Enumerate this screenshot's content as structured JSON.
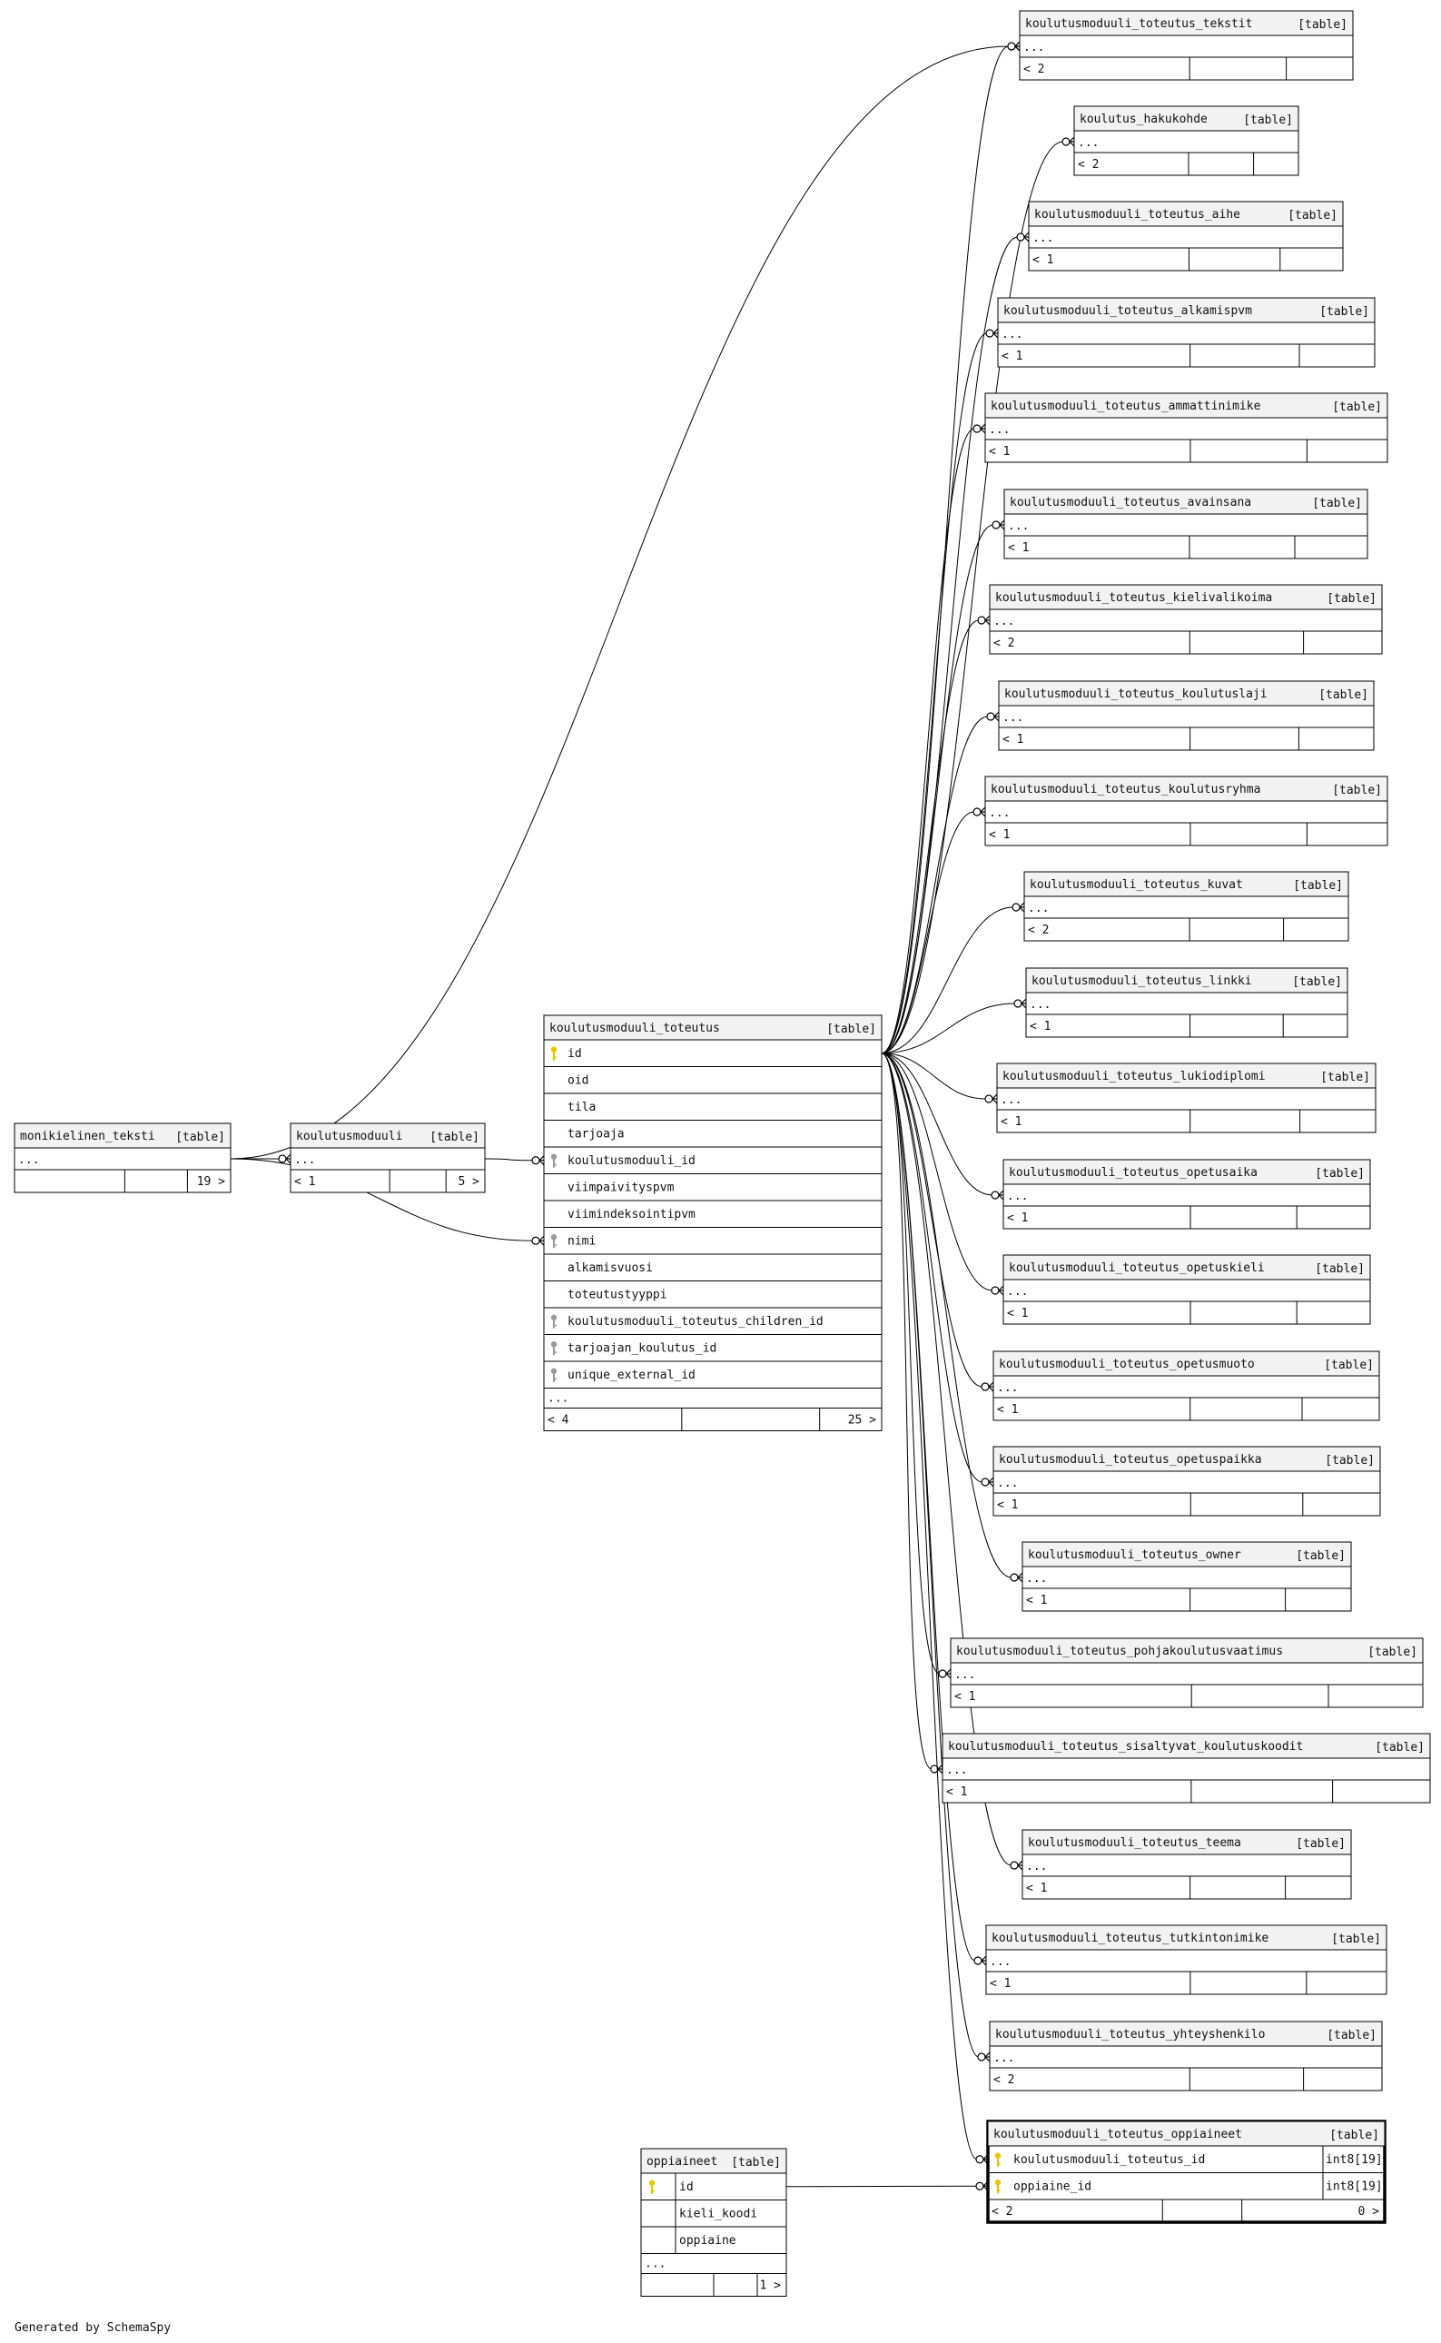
{
  "footer": "Generated by SchemaSpy",
  "colors": {
    "header_bg": "#f2f2f2",
    "border": "#000000",
    "key_primary": "#e8c800",
    "key_foreign": "#9a9a9a"
  },
  "tables": {
    "monikielinen_teksti": {
      "name": "monikielinen_teksti",
      "tag": "[table]",
      "columns": [],
      "more": "...",
      "foot_left": "",
      "foot_right": "19 >"
    },
    "koulutusmoduuli": {
      "name": "koulutusmoduuli",
      "tag": "[table]",
      "columns": [],
      "more": "...",
      "foot_left": "< 1",
      "foot_right": "5 >"
    },
    "koulutusmoduuli_toteutus": {
      "name": "koulutusmoduuli_toteutus",
      "tag": "[table]",
      "columns": [
        {
          "name": "id",
          "key": "primary"
        },
        {
          "name": "oid",
          "key": ""
        },
        {
          "name": "tila",
          "key": ""
        },
        {
          "name": "tarjoaja",
          "key": ""
        },
        {
          "name": "koulutusmoduuli_id",
          "key": "foreign"
        },
        {
          "name": "viimpaivityspvm",
          "key": ""
        },
        {
          "name": "viimindeksointipvm",
          "key": ""
        },
        {
          "name": "nimi",
          "key": "foreign"
        },
        {
          "name": "alkamisvuosi",
          "key": ""
        },
        {
          "name": "toteutustyyppi",
          "key": ""
        },
        {
          "name": "koulutusmoduuli_toteutus_children_id",
          "key": "foreign"
        },
        {
          "name": "tarjoajan_koulutus_id",
          "key": "foreign"
        },
        {
          "name": "unique_external_id",
          "key": "foreign"
        }
      ],
      "more": "...",
      "foot_left": "< 4",
      "foot_right": "25 >"
    },
    "oppiaineet": {
      "name": "oppiaineet",
      "tag": "[table]",
      "columns": [
        {
          "name": "id",
          "key": "primary"
        },
        {
          "name": "kieli_koodi",
          "key": ""
        },
        {
          "name": "oppiaine",
          "key": ""
        }
      ],
      "more": "...",
      "foot_left": "",
      "foot_right": "1 >"
    },
    "kmt_tekstit": {
      "name": "koulutusmoduuli_toteutus_tekstit",
      "tag": "[table]",
      "columns": [],
      "more": "...",
      "foot_left": "< 2",
      "foot_right": ""
    },
    "k_hakukohde": {
      "name": "koulutus_hakukohde",
      "tag": "[table]",
      "columns": [],
      "more": "...",
      "foot_left": "< 2",
      "foot_right": ""
    },
    "kmt_aihe": {
      "name": "koulutusmoduuli_toteutus_aihe",
      "tag": "[table]",
      "columns": [],
      "more": "...",
      "foot_left": "< 1",
      "foot_right": ""
    },
    "kmt_alkamispvm": {
      "name": "koulutusmoduuli_toteutus_alkamispvm",
      "tag": "[table]",
      "columns": [],
      "more": "...",
      "foot_left": "< 1",
      "foot_right": ""
    },
    "kmt_ammattinimike": {
      "name": "koulutusmoduuli_toteutus_ammattinimike",
      "tag": "[table]",
      "columns": [],
      "more": "...",
      "foot_left": "< 1",
      "foot_right": ""
    },
    "kmt_avainsana": {
      "name": "koulutusmoduuli_toteutus_avainsana",
      "tag": "[table]",
      "columns": [],
      "more": "...",
      "foot_left": "< 1",
      "foot_right": ""
    },
    "kmt_kielivalikoima": {
      "name": "koulutusmoduuli_toteutus_kielivalikoima",
      "tag": "[table]",
      "columns": [],
      "more": "...",
      "foot_left": "< 2",
      "foot_right": ""
    },
    "kmt_koulutuslaji": {
      "name": "koulutusmoduuli_toteutus_koulutuslaji",
      "tag": "[table]",
      "columns": [],
      "more": "...",
      "foot_left": "< 1",
      "foot_right": ""
    },
    "kmt_koulutusryhma": {
      "name": "koulutusmoduuli_toteutus_koulutusryhma",
      "tag": "[table]",
      "columns": [],
      "more": "...",
      "foot_left": "< 1",
      "foot_right": ""
    },
    "kmt_kuvat": {
      "name": "koulutusmoduuli_toteutus_kuvat",
      "tag": "[table]",
      "columns": [],
      "more": "...",
      "foot_left": "< 2",
      "foot_right": ""
    },
    "kmt_linkki": {
      "name": "koulutusmoduuli_toteutus_linkki",
      "tag": "[table]",
      "columns": [],
      "more": "...",
      "foot_left": "< 1",
      "foot_right": ""
    },
    "kmt_lukiodiplomi": {
      "name": "koulutusmoduuli_toteutus_lukiodiplomi",
      "tag": "[table]",
      "columns": [],
      "more": "...",
      "foot_left": "< 1",
      "foot_right": ""
    },
    "kmt_opetusaika": {
      "name": "koulutusmoduuli_toteutus_opetusaika",
      "tag": "[table]",
      "columns": [],
      "more": "...",
      "foot_left": "< 1",
      "foot_right": ""
    },
    "kmt_opetuskieli": {
      "name": "koulutusmoduuli_toteutus_opetuskieli",
      "tag": "[table]",
      "columns": [],
      "more": "...",
      "foot_left": "< 1",
      "foot_right": ""
    },
    "kmt_opetusmuoto": {
      "name": "koulutusmoduuli_toteutus_opetusmuoto",
      "tag": "[table]",
      "columns": [],
      "more": "...",
      "foot_left": "< 1",
      "foot_right": ""
    },
    "kmt_opetuspaikka": {
      "name": "koulutusmoduuli_toteutus_opetuspaikka",
      "tag": "[table]",
      "columns": [],
      "more": "...",
      "foot_left": "< 1",
      "foot_right": ""
    },
    "kmt_owner": {
      "name": "koulutusmoduuli_toteutus_owner",
      "tag": "[table]",
      "columns": [],
      "more": "...",
      "foot_left": "< 1",
      "foot_right": ""
    },
    "kmt_pohjakoulutusvaatimus": {
      "name": "koulutusmoduuli_toteutus_pohjakoulutusvaatimus",
      "tag": "[table]",
      "columns": [],
      "more": "...",
      "foot_left": "< 1",
      "foot_right": ""
    },
    "kmt_sisaltyvat": {
      "name": "koulutusmoduuli_toteutus_sisaltyvat_koulutuskoodit",
      "tag": "[table]",
      "columns": [],
      "more": "...",
      "foot_left": "< 1",
      "foot_right": ""
    },
    "kmt_teema": {
      "name": "koulutusmoduuli_toteutus_teema",
      "tag": "[table]",
      "columns": [],
      "more": "...",
      "foot_left": "< 1",
      "foot_right": ""
    },
    "kmt_tutkintonimike": {
      "name": "koulutusmoduuli_toteutus_tutkintonimike",
      "tag": "[table]",
      "columns": [],
      "more": "...",
      "foot_left": "< 1",
      "foot_right": ""
    },
    "kmt_yhteyshenkilo": {
      "name": "koulutusmoduuli_toteutus_yhteyshenkilo",
      "tag": "[table]",
      "columns": [],
      "more": "...",
      "foot_left": "< 2",
      "foot_right": ""
    },
    "kmt_oppiaineet": {
      "name": "koulutusmoduuli_toteutus_oppiaineet",
      "tag": "[table]",
      "columns": [
        {
          "name": "koulutusmoduuli_toteutus_id",
          "key": "primary",
          "type": "int8[19]"
        },
        {
          "name": "oppiaine_id",
          "key": "primary",
          "type": "int8[19]"
        }
      ],
      "more": "",
      "foot_left": "< 2",
      "foot_right": "0 >"
    }
  },
  "relationships": [
    {
      "from": "monikielinen_teksti",
      "to": "koulutusmoduuli"
    },
    {
      "from": "monikielinen_teksti",
      "to": "koulutusmoduuli_toteutus"
    },
    {
      "from": "monikielinen_teksti",
      "to": "kmt_tekstit"
    },
    {
      "from": "koulutusmoduuli",
      "to": "koulutusmoduuli_toteutus"
    },
    {
      "from": "koulutusmoduuli_toteutus",
      "to": "kmt_tekstit"
    },
    {
      "from": "koulutusmoduuli_toteutus",
      "to": "k_hakukohde"
    },
    {
      "from": "koulutusmoduuli_toteutus",
      "to": "kmt_aihe"
    },
    {
      "from": "koulutusmoduuli_toteutus",
      "to": "kmt_alkamispvm"
    },
    {
      "from": "koulutusmoduuli_toteutus",
      "to": "kmt_ammattinimike"
    },
    {
      "from": "koulutusmoduuli_toteutus",
      "to": "kmt_avainsana"
    },
    {
      "from": "koulutusmoduuli_toteutus",
      "to": "kmt_kielivalikoima"
    },
    {
      "from": "koulutusmoduuli_toteutus",
      "to": "kmt_koulutuslaji"
    },
    {
      "from": "koulutusmoduuli_toteutus",
      "to": "kmt_koulutusryhma"
    },
    {
      "from": "koulutusmoduuli_toteutus",
      "to": "kmt_kuvat"
    },
    {
      "from": "koulutusmoduuli_toteutus",
      "to": "kmt_linkki"
    },
    {
      "from": "koulutusmoduuli_toteutus",
      "to": "kmt_lukiodiplomi"
    },
    {
      "from": "koulutusmoduuli_toteutus",
      "to": "kmt_opetusaika"
    },
    {
      "from": "koulutusmoduuli_toteutus",
      "to": "kmt_opetuskieli"
    },
    {
      "from": "koulutusmoduuli_toteutus",
      "to": "kmt_opetusmuoto"
    },
    {
      "from": "koulutusmoduuli_toteutus",
      "to": "kmt_opetuspaikka"
    },
    {
      "from": "koulutusmoduuli_toteutus",
      "to": "kmt_owner"
    },
    {
      "from": "koulutusmoduuli_toteutus",
      "to": "kmt_pohjakoulutusvaatimus"
    },
    {
      "from": "koulutusmoduuli_toteutus",
      "to": "kmt_sisaltyvat"
    },
    {
      "from": "koulutusmoduuli_toteutus",
      "to": "kmt_teema"
    },
    {
      "from": "koulutusmoduuli_toteutus",
      "to": "kmt_tutkintonimike"
    },
    {
      "from": "koulutusmoduuli_toteutus",
      "to": "kmt_yhteyshenkilo"
    },
    {
      "from": "koulutusmoduuli_toteutus",
      "to": "kmt_oppiaineet"
    },
    {
      "from": "oppiaineet",
      "to": "kmt_oppiaineet"
    }
  ]
}
